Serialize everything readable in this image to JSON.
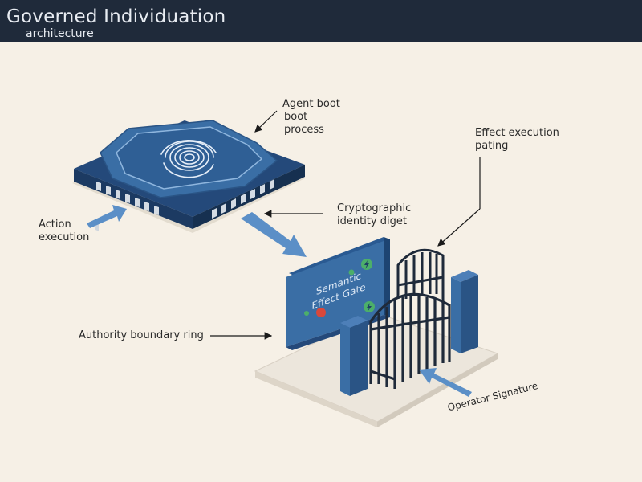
{
  "header": {
    "title": "Governed Individuation",
    "subtitle": "architecture"
  },
  "labels": {
    "agent_boot_line1": "Agent boot",
    "agent_boot_line2": "boot",
    "agent_boot_line3": "process",
    "effect_execution_line1": "Effect execution",
    "effect_execution_line2": "pating",
    "cryptographic_line1": "Cryptographic",
    "cryptographic_line2": "identity diget",
    "action_line1": "Action",
    "action_line2": "execution",
    "authority_ring": "Authority boundary ring",
    "operator_signature": "Operator Signature"
  },
  "gate_panel": {
    "line1": "Semantic",
    "line2": "Effect Gate"
  },
  "colors": {
    "background": "#f6f0e6",
    "header": "#1f2a3a",
    "chip_blue": "#3a6ea5",
    "chip_dark": "#1d3f66",
    "arrow_blue": "#5b8fc7",
    "status_green": "#4caf6a",
    "status_red": "#d9483b"
  },
  "icons": [
    "fingerprint-icon",
    "lightning-icon"
  ]
}
